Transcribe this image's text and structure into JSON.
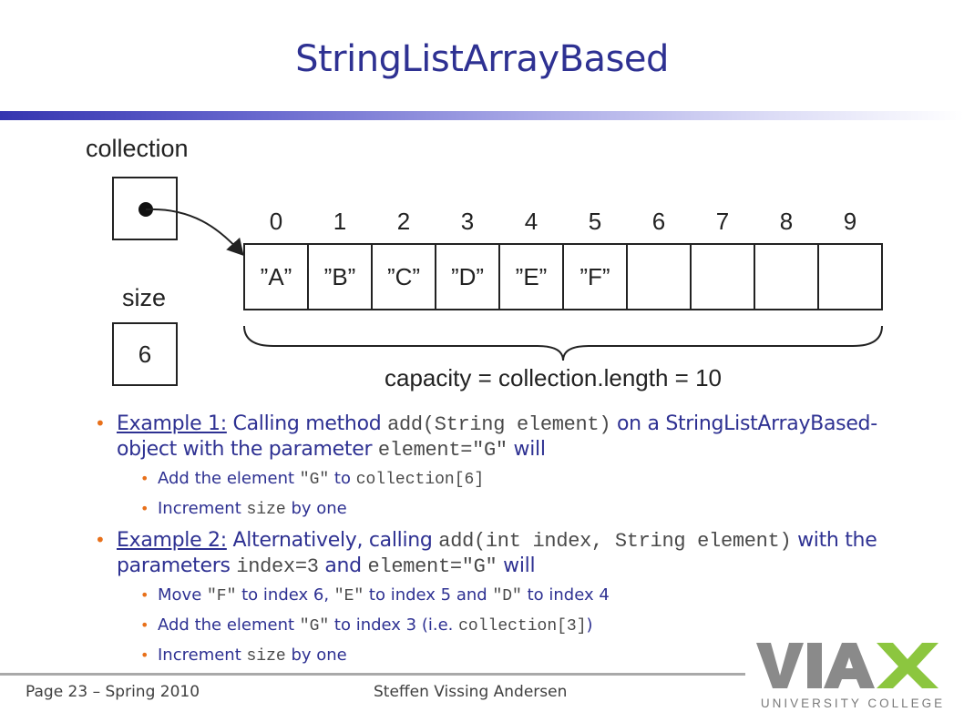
{
  "title": "StringListArrayBased",
  "diagram": {
    "collection_label": "collection",
    "size_label": "size",
    "size_value": "6",
    "indices": [
      "0",
      "1",
      "2",
      "3",
      "4",
      "5",
      "6",
      "7",
      "8",
      "9"
    ],
    "cells": [
      "”A”",
      "”B”",
      "”C”",
      "”D”",
      "”E”",
      "”F”",
      "",
      "",
      "",
      ""
    ],
    "capacity_label": "capacity = collection.length = 10"
  },
  "bullets": {
    "ex1": {
      "lead": "Example 1:",
      "t1": " Calling method ",
      "code1": "add(String element)",
      "t2": " on a StringListArrayBased-object with the parameter ",
      "code2": "element=\"G\"",
      "t3": " will",
      "s1": {
        "t1": "Add the element ",
        "code1": "\"G\"",
        "t2": " to ",
        "code2": "collection[6]"
      },
      "s2": {
        "t1": "Increment ",
        "code1": "size",
        "t2": " by one"
      }
    },
    "ex2": {
      "lead": "Example 2:",
      "t1": " Alternatively, calling ",
      "code1": "add(int index, String element)",
      "t2": " with the parameters ",
      "code2": "index=3",
      "t3": " and ",
      "code3": "element=\"G\"",
      "t4": " will",
      "s1": {
        "t1": "Move ",
        "code1": "\"F\"",
        "t2": " to index 6, ",
        "code2": "\"E\"",
        "t3": " to index 5 and ",
        "code3": "\"D\"",
        "t4": " to index 4"
      },
      "s2": {
        "t1": "Add the element ",
        "code1": "\"G\"",
        "t2": " to index 3 (i.e. ",
        "code2": "collection[3]",
        "t3": ")"
      },
      "s3": {
        "t1": "Increment ",
        "code1": "size",
        "t2": " by one"
      }
    }
  },
  "footer": {
    "page": "Page 23 – Spring 2010",
    "author": "Steffen Vissing Andersen"
  },
  "logo": {
    "name": "VIA",
    "subtitle": "UNIVERSITY COLLEGE",
    "colors": {
      "gray": "#8a8a8a",
      "green": "#8cc63f"
    }
  },
  "colors": {
    "title": "#2e3192",
    "bullet": "#e8701a",
    "text": "#2e3192",
    "code": "#4a4a4a"
  }
}
